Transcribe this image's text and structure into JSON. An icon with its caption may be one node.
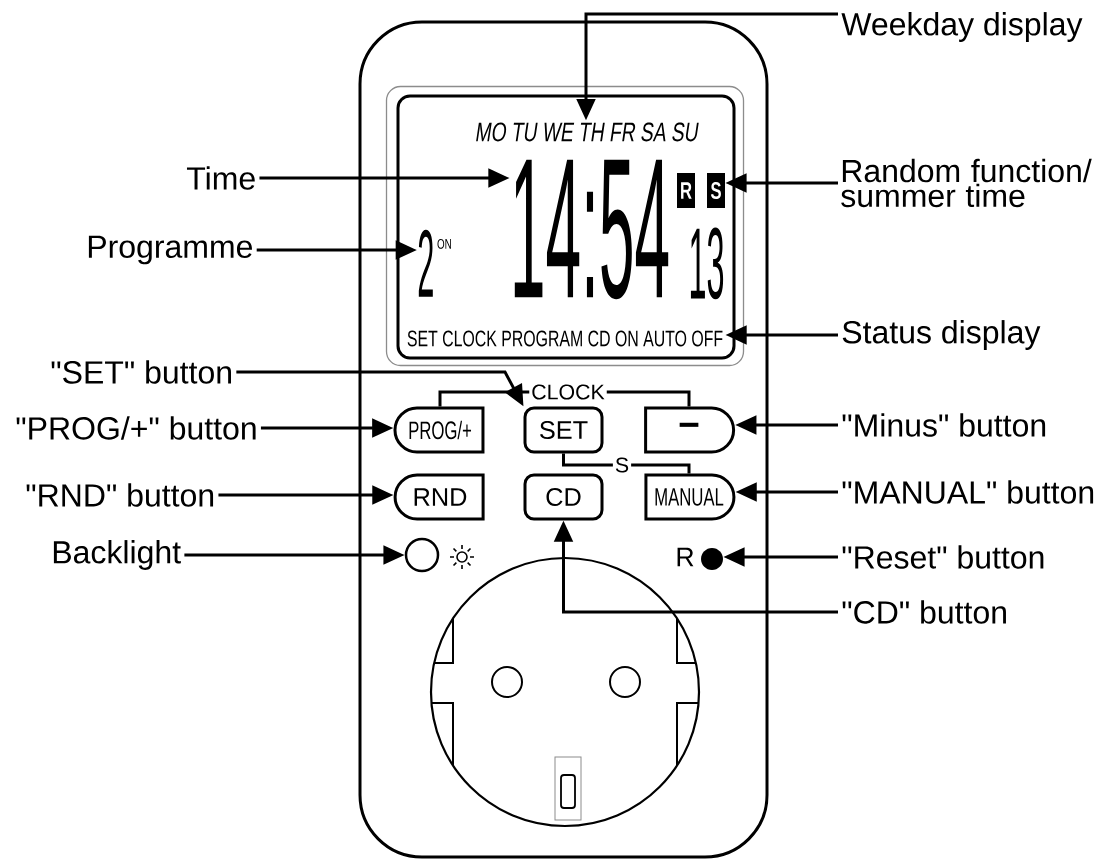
{
  "diagram": {
    "nodes": [
      {
        "text": [],
        "shape": "box"
      },
      {
        "text": [],
        "shape": "box",
        "in": 0
      },
      {
        "text": [
          "MO TU WE TH FR SA SU"
        ],
        "in": 1
      },
      {
        "text": [
          "2",
          "ON"
        ],
        "in": 1
      },
      {
        "text": [
          "14:54"
        ],
        "in": 1
      },
      {
        "text": [
          "R"
        ],
        "in": 1
      },
      {
        "text": [
          "S"
        ],
        "in": 1
      },
      {
        "text": [
          "SET CLOCK PROGRAM CD ON AUTO OFF"
        ],
        "in": 1
      },
      {
        "text": [
          "PROG/+"
        ],
        "in": 0
      },
      {
        "text": [
          "SET"
        ],
        "in": 0
      },
      {
        "text": [
          "−"
        ],
        "in": 0
      },
      {
        "text": [
          "RND"
        ],
        "in": 0
      },
      {
        "text": [
          "CD"
        ],
        "in": 0
      },
      {
        "text": [
          "MANUAL"
        ],
        "in": 0
      },
      {
        "text": [],
        "shape": "circle",
        "in": 0
      },
      {
        "text": [],
        "shape": "circle",
        "in": 0,
        "beside": [
          "R"
        ]
      },
      {
        "text": [],
        "shape": "circle",
        "in": 0
      },
      {
        "text": [],
        "shape": "circle",
        "in": 16
      },
      {
        "text": [],
        "shape": "circle",
        "in": 16
      },
      {
        "text": [
          "Time"
        ]
      },
      {
        "text": [
          "Programme"
        ]
      },
      {
        "text": [
          "\"SET\" button"
        ]
      },
      {
        "text": [
          "\"PROG/+\" button"
        ]
      },
      {
        "text": [
          "\"RND\" button"
        ]
      },
      {
        "text": [
          "Backlight"
        ]
      },
      {
        "text": [
          "Weekday display"
        ]
      },
      {
        "text": [
          "Random function/ summer time"
        ]
      },
      {
        "text": [
          "Status display"
        ]
      },
      {
        "text": [
          "\"Minus\" button"
        ]
      },
      {
        "text": [
          "\"MANUAL\" button"
        ]
      },
      {
        "text": [
          "\"Reset\" button"
        ]
      },
      {
        "text": [
          "\"CD\" button"
        ]
      }
    ],
    "edges": [
      {
        "from": 25,
        "to": 2,
        "arrow": "to"
      },
      {
        "from": 19,
        "to": 4,
        "arrow": "to"
      },
      {
        "from": 26,
        "to": 6,
        "arrow": "to"
      },
      {
        "from": 20,
        "to": 3,
        "arrow": "to"
      },
      {
        "from": 27,
        "to": 7,
        "arrow": "to"
      },
      {
        "from": 21,
        "to": 9,
        "arrow": "to"
      },
      {
        "from": 8,
        "to": 10,
        "arrow": "none",
        "label": "CLOCK"
      },
      {
        "from": 22,
        "to": 8,
        "arrow": "to"
      },
      {
        "from": 28,
        "to": 10,
        "arrow": "to"
      },
      {
        "from": 9,
        "to": 13,
        "arrow": "none",
        "label": "S"
      },
      {
        "from": 23,
        "to": 11,
        "arrow": "to"
      },
      {
        "from": 29,
        "to": 13,
        "arrow": "to"
      },
      {
        "from": 24,
        "to": 14,
        "arrow": "to"
      },
      {
        "from": 30,
        "to": 15,
        "arrow": "to"
      },
      {
        "from": 31,
        "to": 12,
        "arrow": "to"
      }
    ],
    "labels": [
      "13"
    ]
  }
}
